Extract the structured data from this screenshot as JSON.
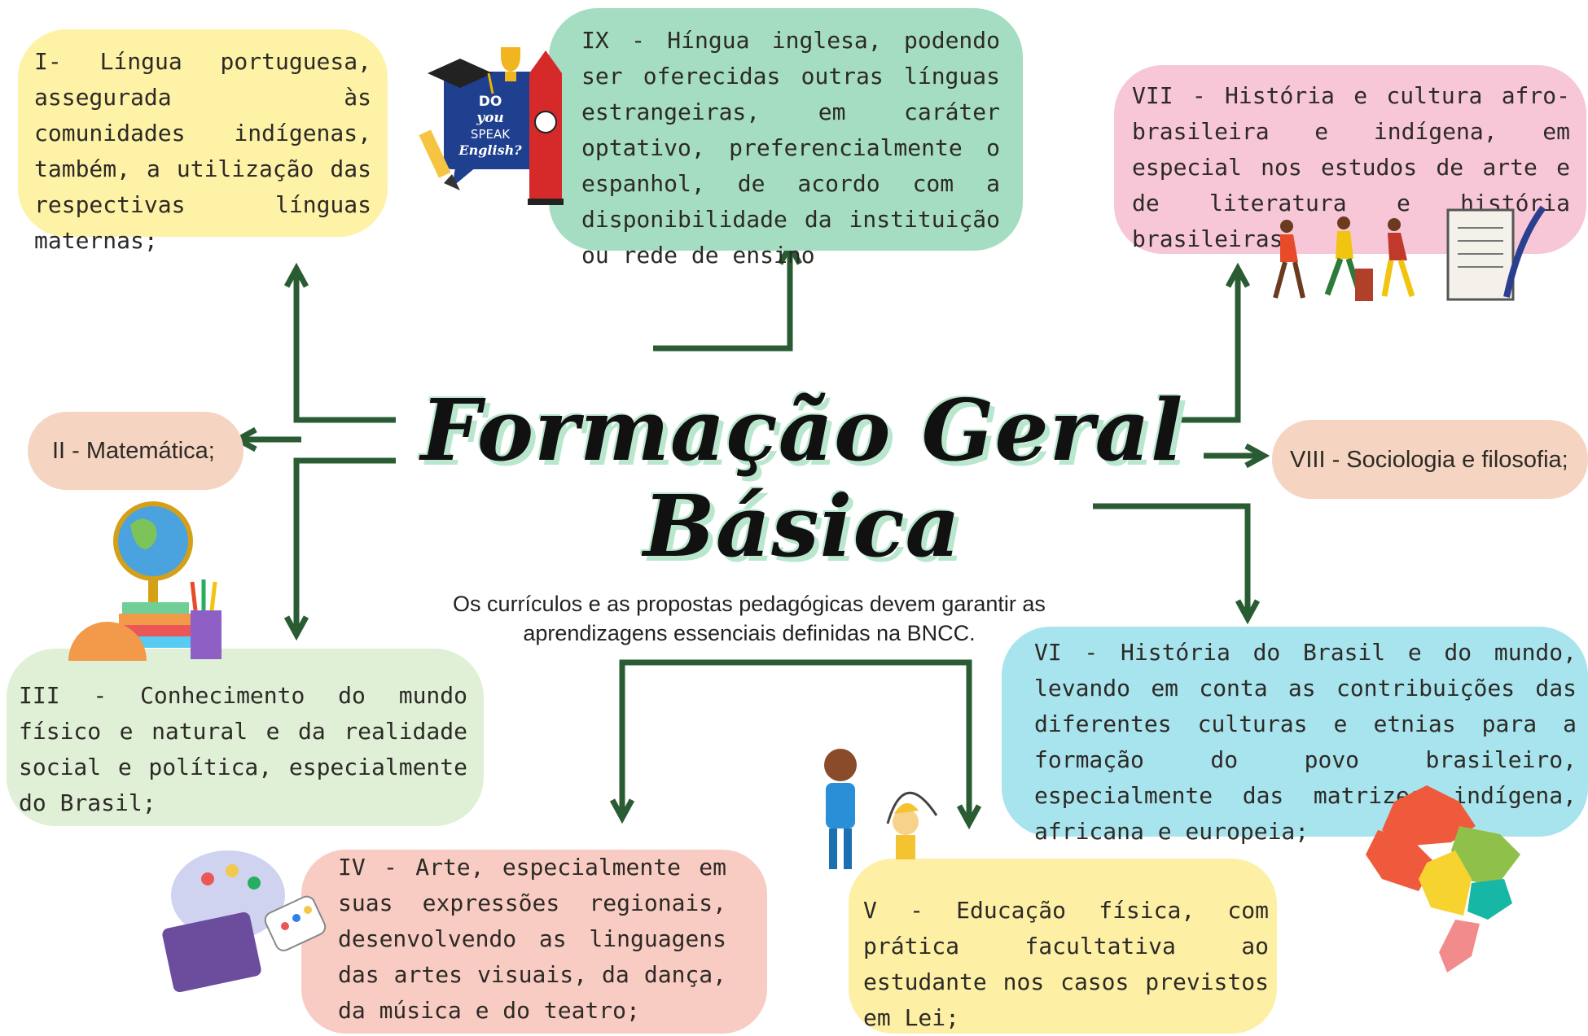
{
  "title": "Formação Geral Básica",
  "subtitle_line1": "Os currículos e as propostas pedagógicas devem garantir as",
  "subtitle_line2": "aprendizagens essenciais definidas na BNCC.",
  "items": {
    "i": "I- Língua portuguesa, assegurada às comunidades indígenas, também, a utilização das respectivas línguas maternas;",
    "ii": "II - Matemática;",
    "iii": "III - Conhecimento do mundo físico e natural e da realidade social e política, especialmente do Brasil;",
    "iv": "IV - Arte, especialmente em suas expressões regionais, desenvolvendo as linguagens das artes visuais, da dança, da música e do teatro;",
    "v": "V - Educação física, com prática facultativa ao estudante nos casos previstos em Lei;",
    "vi": "VI - História do Brasil e do mundo, levando em conta as contribuições das diferentes culturas e etnias para a formação do povo brasileiro, especialmente das matrizes indígena, africana e europeia;",
    "vii": "VII - História e cultura afro-brasileira e indígena, em especial nos estudos de arte e de literatura e história brasileiras;",
    "viii": "VIII - Sociologia e filosofia;",
    "ix": "IX - Híngua inglesa, podendo ser oferecidas outras línguas estrangeiras, em caráter optativo, preferencialmente o espanhol, de acordo com a disponibilidade da instituição ou rede de ensino"
  },
  "sticker_text": {
    "line1": "DO",
    "line2": "you",
    "line3": "SPEAK",
    "line4": "English?"
  },
  "colors": {
    "arrow": "#2a5c34",
    "box_yellow": "#fdf2a5",
    "box_green": "#a5ddc2",
    "box_pink": "#f7c7d8",
    "box_peach": "#f5d5c2",
    "box_lightgreen": "#dff0d6",
    "box_cyan": "#a8e4ee",
    "box_salmon": "#f8ccc3",
    "title_shadow": "#b8e7cd"
  },
  "icons": [
    "english-sticker-icon",
    "dancers-icon",
    "scroll-quill-icon",
    "globe-books-icon",
    "kids-icon",
    "art-palette-icon",
    "brazil-map-icon"
  ]
}
